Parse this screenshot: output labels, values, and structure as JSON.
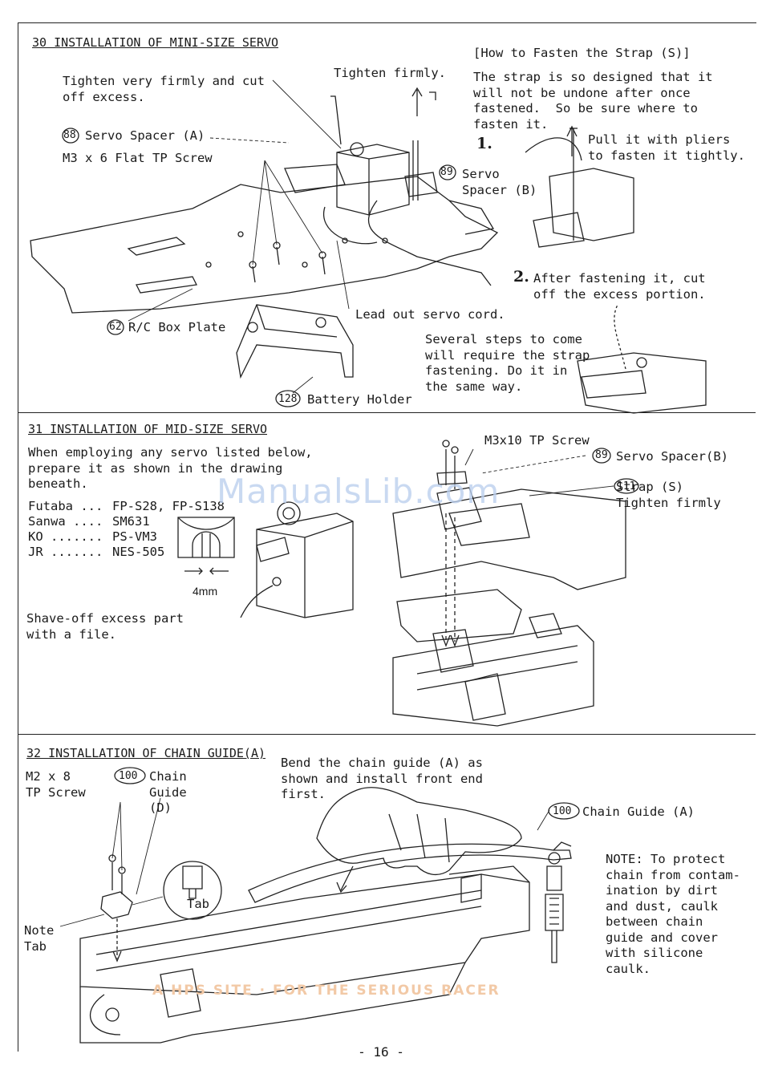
{
  "section30": {
    "title": "30 INSTALLATION OF MINI-SIZE SERVO",
    "tighten_cut": "Tighten very firmly and cut\noff excess.",
    "tighten_firmly": "Tighten firmly.",
    "servo_spacer_a": "Servo Spacer (A)",
    "servo_spacer_a_num": "88",
    "m3_screw": "M3 x 6 Flat TP Screw",
    "servo_spacer_b": "Servo\nSpacer (B)",
    "servo_spacer_b_num": "89",
    "rc_box_plate": "R/C Box Plate",
    "rc_box_plate_num": "62",
    "lead_out": "Lead out servo cord.",
    "battery_holder": "Battery Holder",
    "battery_holder_num": "128",
    "strap_heading": "[How to Fasten the Strap (S)]",
    "strap_text": "The strap is so designed that it\nwill not be undone after once\nfastened.  So be sure where to\nfasten it.",
    "step1_num": "1.",
    "step1_text": "Pull it with pliers\nto fasten it tightly.",
    "step2_num": "2.",
    "step2_text": "After fastening it, cut\noff the excess portion.",
    "several_steps": "Several steps to come\nwill require the strap\nfastening. Do it in\nthe same way."
  },
  "section31": {
    "title": "31 INSTALLATION OF MID-SIZE SERVO",
    "intro": "When employing any servo listed below,\nprepare it as shown in the drawing\nbeneath.",
    "servo_list": [
      {
        "brand": "Futaba ...",
        "model": "FP-S28, FP-S138"
      },
      {
        "brand": "Sanwa ....",
        "model": "SM631"
      },
      {
        "brand": "KO .......",
        "model": "PS-VM3"
      },
      {
        "brand": "JR .......",
        "model": "NES-505"
      }
    ],
    "dimension": "4mm",
    "shave": "Shave-off excess part\nwith a file.",
    "m3x10": "M3x10 TP Screw",
    "spacer_b": "Servo Spacer(B)",
    "spacer_b_num": "89",
    "strap": "Strap (S)\nTighten firmly",
    "strap_num": "111"
  },
  "section32": {
    "title": "32 INSTALLATION OF CHAIN GUIDE(A)",
    "m2_screw": "M2 x 8\nTP Screw",
    "chain_guide_d": "Chain\nGuide\n(D)",
    "chain_guide_d_num": "100",
    "bend_text": "Bend the chain guide (A) as\nshown and install front end\nfirst.",
    "chain_guide_a": "Chain Guide (A)",
    "chain_guide_a_num": "100",
    "tab": "Tab",
    "note_tab": "Note\nTab",
    "note": "NOTE: To protect\nchain from contam-\nination by dirt\nand dust, caulk\nbetween chain\nguide and cover\nwith silicone\ncaulk."
  },
  "watermarks": {
    "manualslib": "ManualsLib.com",
    "tagline": "A HPS SITE  ·  FOR THE SERIOUS RACER"
  },
  "page_number": "- 16 -"
}
